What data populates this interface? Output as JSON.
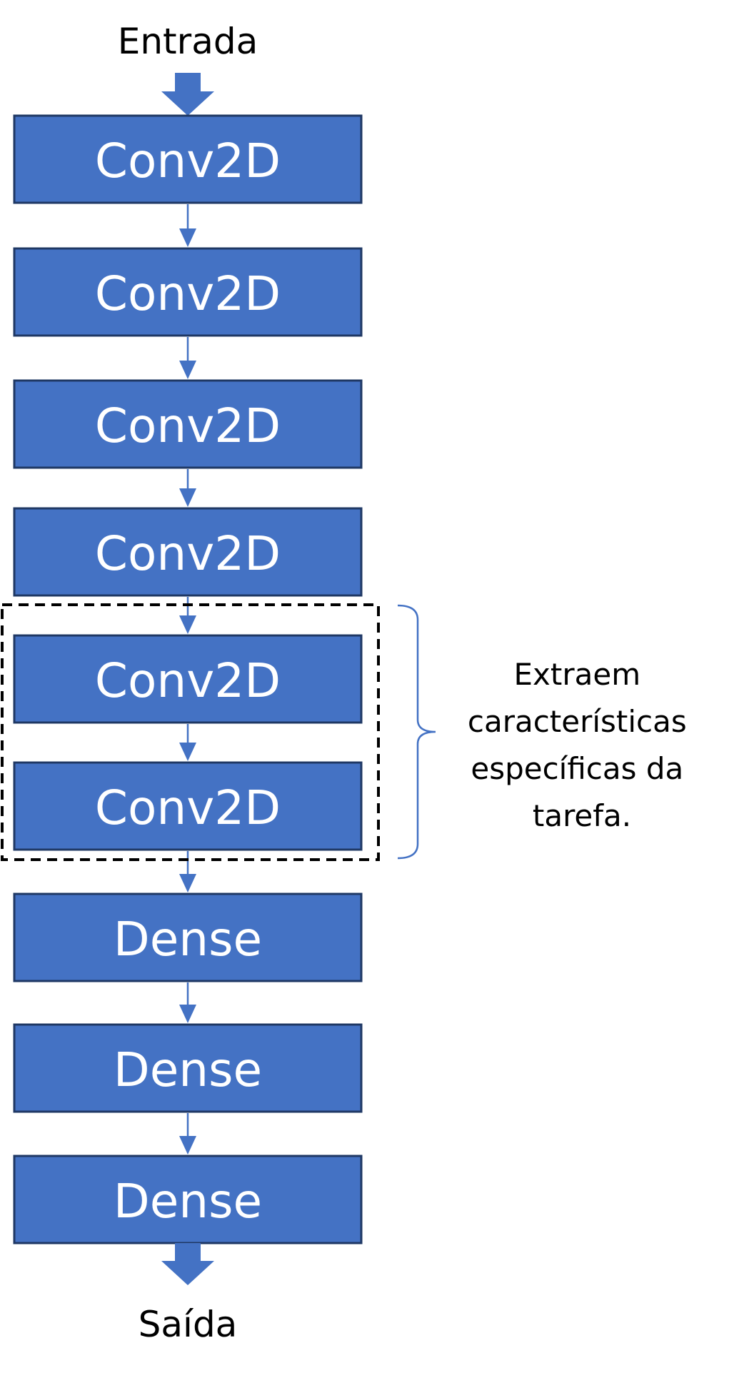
{
  "input_label": "Entrada",
  "output_label": "Saída",
  "layers": [
    {
      "label": "Conv2D"
    },
    {
      "label": "Conv2D"
    },
    {
      "label": "Conv2D"
    },
    {
      "label": "Conv2D"
    },
    {
      "label": "Conv2D"
    },
    {
      "label": "Conv2D"
    },
    {
      "label": "Dense"
    },
    {
      "label": "Dense"
    },
    {
      "label": "Dense"
    }
  ],
  "highlight": {
    "note_lines": [
      "Extraem",
      "características",
      "específicas da",
      "tarefa."
    ]
  },
  "colors": {
    "layer_fill": "#4472C4",
    "layer_border": "#1F3864",
    "arrow": "#4472C4",
    "box_dash": "#000000",
    "brace": "#4472C4"
  }
}
